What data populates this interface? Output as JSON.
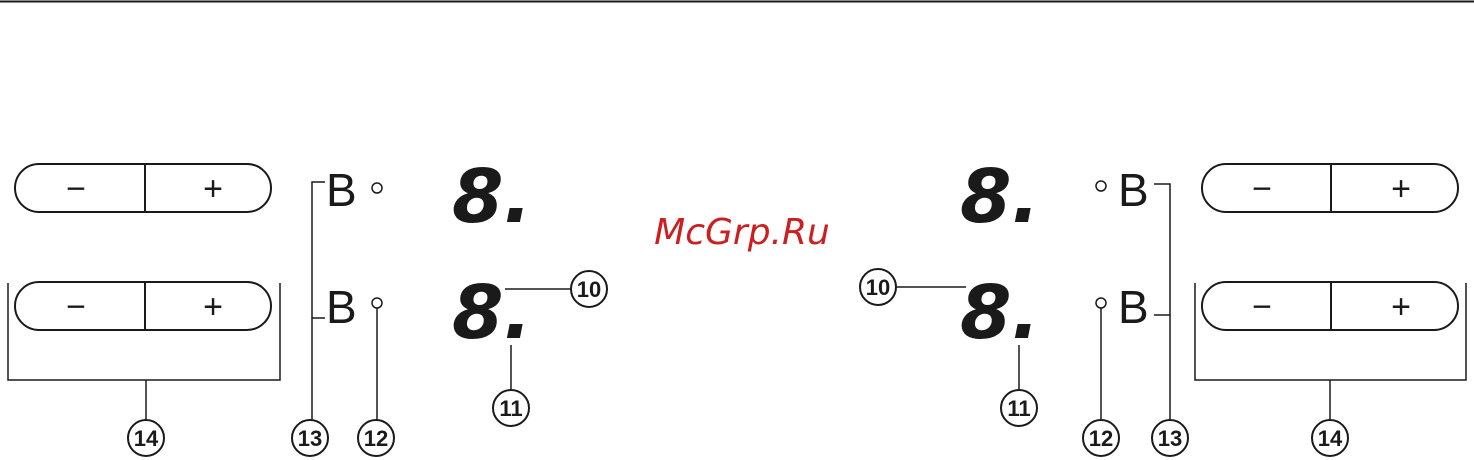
{
  "watermark": "McGrp.Ru",
  "buttons": {
    "minus": "−",
    "plus": "+"
  },
  "zone_label": "B",
  "display_char": "8.",
  "callouts": {
    "c10": "10",
    "c11": "11",
    "c12": "12",
    "c13": "13",
    "c14": "14"
  },
  "colors": {
    "ink": "#1a1a1a",
    "watermark": "#cc1f1f"
  }
}
